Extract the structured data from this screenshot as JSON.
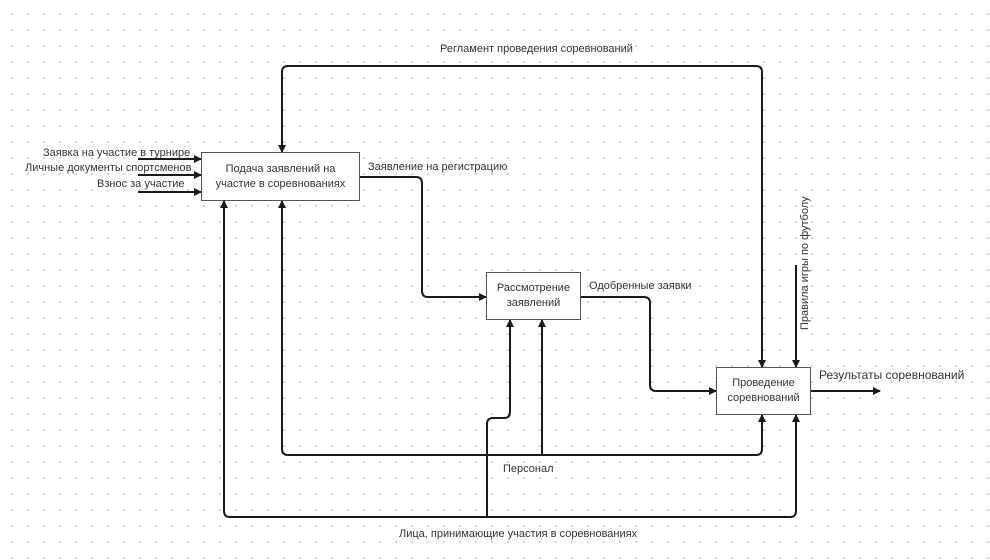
{
  "diagram": {
    "boxes": {
      "a1": "Подача заявлений на участие в соревнованиях",
      "a2": "Рассмотрение заявлений",
      "a3": "Проведение соревнований"
    },
    "inputs": {
      "application": "Заявка на участие в турнире",
      "documents": "Личные документы спортсменов",
      "fee": "Взнос за участие"
    },
    "controls": {
      "regulation": "Регламент проведения соревнований",
      "rules": "Правила игры по футболу"
    },
    "flows": {
      "registration": "Заявление на регистрацию",
      "approved": "Одобренные заявки"
    },
    "outputs": {
      "results": "Результаты соревнований"
    },
    "mechanisms": {
      "staff": "Персонал",
      "participants": "Лица, принимающие участия в соревнованиях"
    },
    "colors": {
      "line": "#1a1a1a",
      "box_border": "#555555",
      "text": "#333333",
      "grid_dot": "#d4d4d4"
    }
  }
}
